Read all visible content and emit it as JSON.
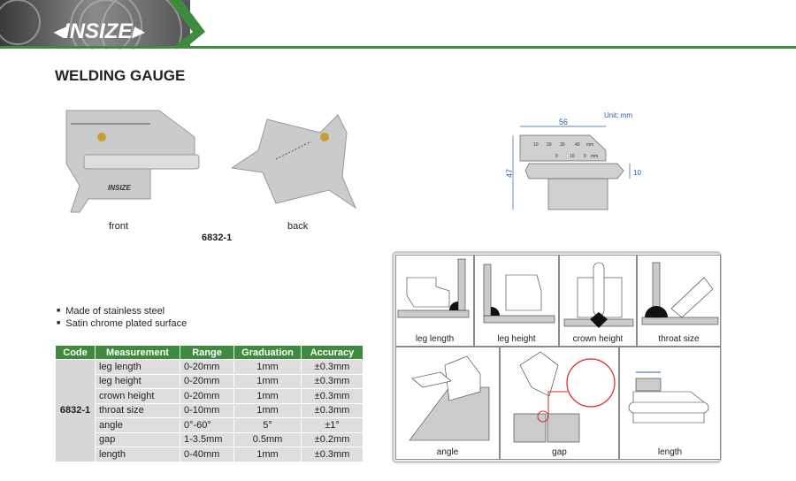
{
  "brand": {
    "logo_text": "INSIZE",
    "accent": "#3e8a3e"
  },
  "title": "WELDING GAUGE",
  "photos": {
    "front_label": "front",
    "back_label": "back",
    "model_code": "6832-1"
  },
  "dimension_drawing": {
    "unit": "Unit: mm",
    "width": "56",
    "height": "47",
    "blade": "10",
    "scale_top": [
      "10",
      "20",
      "30",
      "40",
      "mm"
    ],
    "scale_bottom": [
      "0",
      "10",
      "0",
      "mm"
    ]
  },
  "features": [
    "Made of stainless steel",
    "Satin chrome plated surface"
  ],
  "spec_table": {
    "headers": [
      "Code",
      "Measurement",
      "Range",
      "Graduation",
      "Accuracy"
    ],
    "code": "6832-1",
    "rows": [
      [
        "leg length",
        "0-20mm",
        "1mm",
        "±0.3mm"
      ],
      [
        "leg height",
        "0-20mm",
        "1mm",
        "±0.3mm"
      ],
      [
        "crown height",
        "0-20mm",
        "1mm",
        "±0.3mm"
      ],
      [
        "throat size",
        "0-10mm",
        "1mm",
        "±0.3mm"
      ],
      [
        "angle",
        "0°-60°",
        "5°",
        "±1°"
      ],
      [
        "gap",
        "1-3.5mm",
        "0.5mm",
        "±0.2mm"
      ],
      [
        "length",
        "0-40mm",
        "1mm",
        "±0.3mm"
      ]
    ]
  },
  "usage": [
    "leg length",
    "leg height",
    "crown height",
    "throat size",
    "angle",
    "gap",
    "length"
  ]
}
